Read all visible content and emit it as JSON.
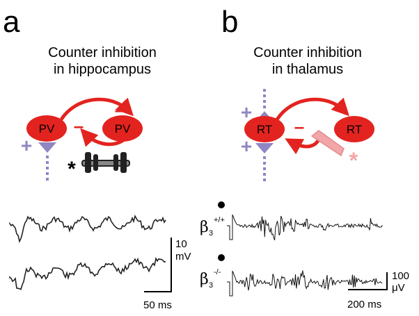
{
  "panel_a": {
    "letter": "a",
    "title_line1": "Counter inhibition",
    "title_line2": "in hippocampus",
    "cell_left": "PV",
    "cell_right": "PV",
    "minus_sign": "–",
    "plus_sign": "+",
    "asterisk": "*",
    "scale_y_value": "10",
    "scale_y_unit": "mV",
    "scale_x": "50 ms"
  },
  "panel_b": {
    "letter": "b",
    "title_line1": "Counter inhibition",
    "title_line2": "in thalamus",
    "cell_left": "RT",
    "cell_right": "RT",
    "minus_sign": "–",
    "plus_sign": "+",
    "asterisk": "*",
    "trace1_symbol": "β",
    "trace1_sub": "3",
    "trace1_sup": "+/+",
    "trace2_symbol": "β",
    "trace2_sub": "3",
    "trace2_sup": "-/-",
    "scale_y_value": "100",
    "scale_y_unit": "μV",
    "scale_x": "200 ms"
  },
  "colors": {
    "cell_red": "#e3231f",
    "arrow_red": "#e3231f",
    "synapse_purple": "#8f86c2",
    "drug_pink": "#f2a6a8",
    "dumbbell": "#222222"
  }
}
